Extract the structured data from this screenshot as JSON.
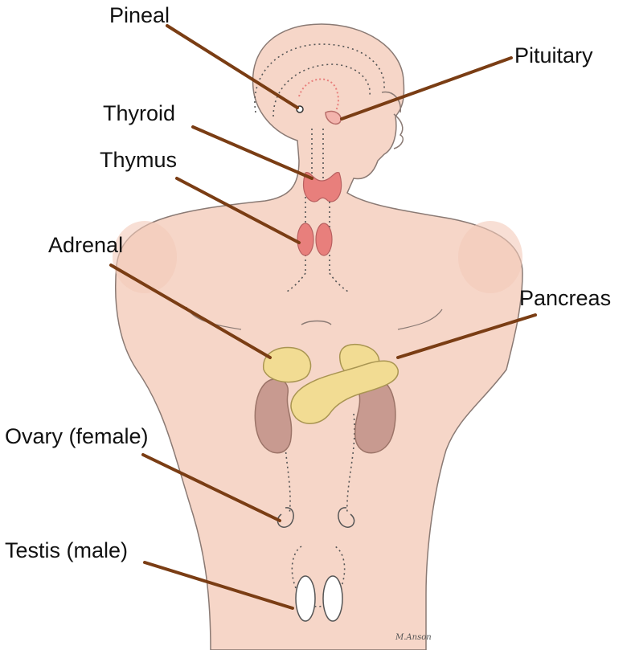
{
  "labels": {
    "pineal": "Pineal",
    "pituitary": "Pituitary",
    "thyroid": "Thyroid",
    "thymus": "Thymus",
    "adrenal": "Adrenal",
    "pancreas": "Pancreas",
    "ovary": "Ovary (female)",
    "testis": "Testis (male)"
  },
  "signature": "M.Anson",
  "colors": {
    "skin": "#f6d6c8",
    "outline": "#8a7a74",
    "leader_line": "#7a3d14",
    "gland_red": "#e87f7c",
    "adrenal_pancreas": "#f2dc93",
    "kidney": "#c89a90"
  }
}
